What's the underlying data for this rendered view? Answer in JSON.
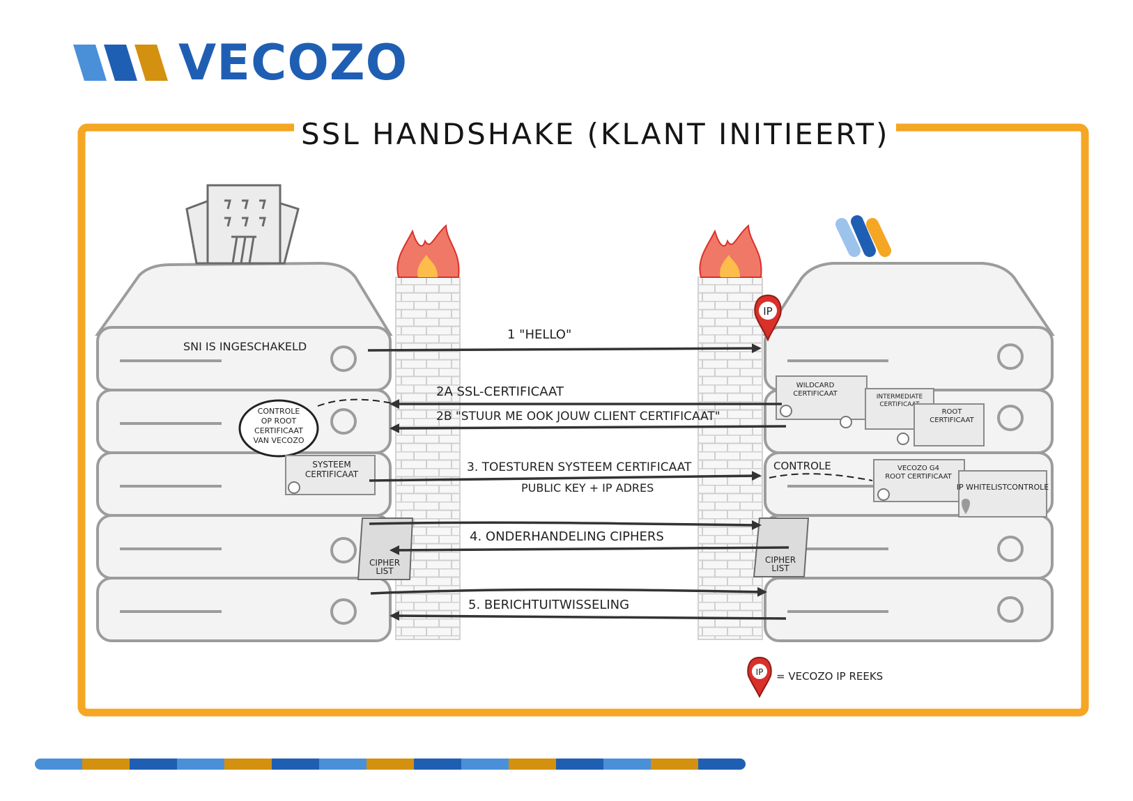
{
  "logo": {
    "text": "VECOZO"
  },
  "title": "SSL HANDSHAKE (KLANT INITIEERT)",
  "left_server": {
    "sni_label": "SNI IS INGESCHAKELD",
    "controle_bubble": [
      "CONTROLE",
      "OP ROOT",
      "CERTIFICAAT",
      "VAN VECOZO"
    ],
    "systeem_cert": [
      "SYSTEEM",
      "CERTIFICAAT"
    ],
    "cipher_list": [
      "CIPHER",
      "LIST"
    ]
  },
  "right_server": {
    "wildcard_cert": [
      "WILDCARD",
      "CERTIFICAAT"
    ],
    "intermediate_cert": [
      "INTERMEDIATE",
      "CERTIFICAAT"
    ],
    "root_cert": [
      "ROOT",
      "CERTIFICAAT"
    ],
    "controle": "CONTROLE",
    "vecozo_root_cert": [
      "VECOZO G4",
      "ROOT CERTIFICAAT"
    ],
    "whitelist": "IP WHITELISTCONTROLE",
    "cipher_list": [
      "CIPHER",
      "LIST"
    ]
  },
  "steps": {
    "s1": "1 \"HELLO\"",
    "s2a": "2A SSL-CERTIFICAAT",
    "s2b": "2B \"STUUR ME OOK JOUW CLIENT CERTIFICAAT\"",
    "s3": "3. TOESTUREN SYSTEEM CERTIFICAAT",
    "s3_sub": "PUBLIC KEY + IP ADRES",
    "s4": "4. ONDERHANDELING CIPHERS",
    "s5": "5. BERICHTUITWISSELING"
  },
  "ip_pin": "IP",
  "legend": "= VECOZO IP REEKS",
  "colors": {
    "frame": "#f5a623",
    "brand_blue": "#1f5fb3",
    "light_blue": "#4a90d9",
    "gold": "#d4900f",
    "pin_red": "#d9302a",
    "server_fill": "#f3f3f3",
    "server_stroke": "#9c9c9c"
  },
  "stripe_colors": [
    "#4a90d9",
    "#d4900f",
    "#1f5fb3",
    "#4a90d9",
    "#d4900f",
    "#1f5fb3",
    "#4a90d9",
    "#d4900f",
    "#1f5fb3",
    "#4a90d9",
    "#d4900f",
    "#1f5fb3",
    "#4a90d9",
    "#d4900f",
    "#1f5fb3"
  ]
}
